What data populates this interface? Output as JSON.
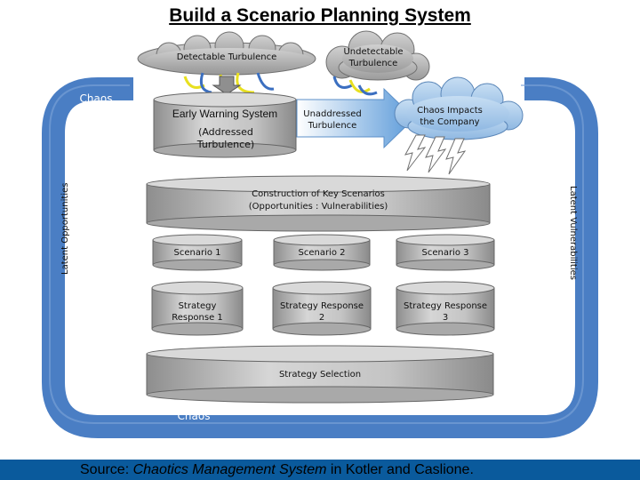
{
  "title": "Build a Scenario Planning System",
  "nodes": {
    "detectable": "Detectable Turbulence",
    "undetectable": "Undetectable Turbulence",
    "chaos_top": "Chaos",
    "early_warning": "Early Warning System",
    "addressed": "(Addressed Turbulence)",
    "unaddressed": "Unaddressed Turbulence",
    "chaos_impacts": "Chaos Impacts the Company",
    "construction": "Construction of Key Scenarios",
    "construction_sub": "(Opportunities : Vulnerabilities)",
    "latent_opportunities": "Latent Opportunities",
    "latent_vulnerabilities": "Latent Vulnerabilities",
    "scenario1": "Scenario 1",
    "scenario2": "Scenario 2",
    "scenario3": "Scenario 3",
    "response1": "Strategy Response 1",
    "response2": "Strategy Response 2",
    "response3": "Strategy Response 3",
    "selection": "Strategy Selection",
    "chaos_bottom": "Chaos"
  },
  "footer": {
    "prefix": "Source: ",
    "source_italic": "Chaotics Management System",
    "suffix": " in Kotler and Caslione."
  },
  "colors": {
    "loop": "#4a7ec4",
    "cloud_gray": "#b8b8b8",
    "cloud_blue": "#a9cbeb",
    "cylinder": "#bdbdbd",
    "arrow": "#6fa7e0",
    "footer": "#0a5a9c"
  }
}
